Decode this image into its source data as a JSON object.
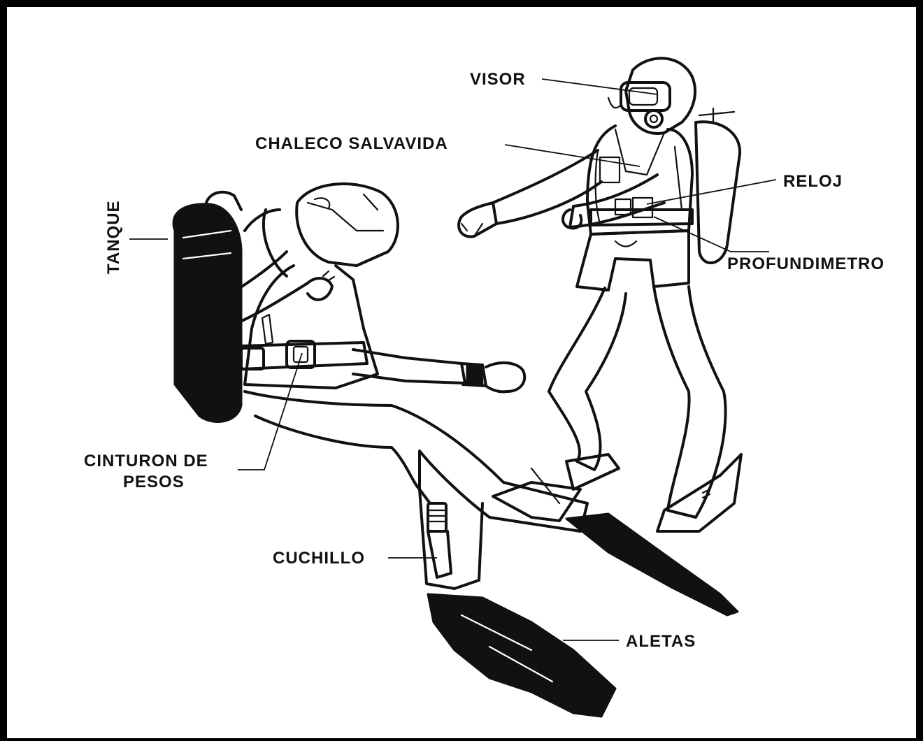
{
  "labels": {
    "visor": "VISOR",
    "chaleco": "CHALECO SALVAVIDA",
    "reloj": "RELOJ",
    "profundimetro": "PROFUNDIMETRO",
    "tanque": "TANQUE",
    "cinturon_line1": "CINTURON DE",
    "cinturon_line2": "PESOS",
    "cuchillo": "CUCHILLO",
    "aletas": "ALETAS"
  },
  "colors": {
    "ink": "#111111",
    "background": "#ffffff",
    "frame": "#000000"
  }
}
